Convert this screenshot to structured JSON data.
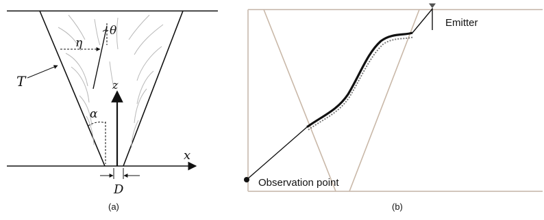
{
  "panel_a": {
    "caption": "(a)",
    "labels": {
      "theta": "θ",
      "eta": "η",
      "T": "T",
      "z": "z",
      "alpha": "α",
      "x": "x",
      "D": "D"
    }
  },
  "panel_b": {
    "caption": "(b)",
    "emitter_label": "Emitter",
    "observation_label": "Observation point"
  },
  "colors": {
    "line": "#111111",
    "stream": "#b8b8b8",
    "tan": "#c9b8a8",
    "frame": "#d2c6bc"
  }
}
